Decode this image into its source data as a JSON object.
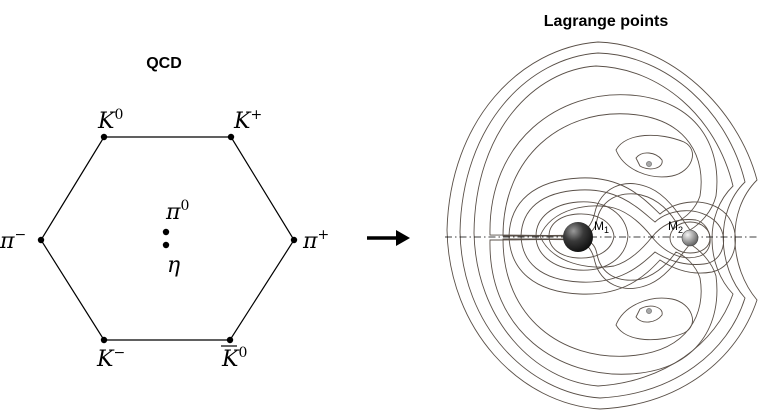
{
  "qcd": {
    "title": "QCD",
    "particles": {
      "k0": {
        "base": "K",
        "sup": "0"
      },
      "kplus": {
        "base": "K",
        "sup": "+"
      },
      "piminus": {
        "base": "π",
        "sup": "−"
      },
      "pizero": {
        "base": "π",
        "sup": "0"
      },
      "eta": {
        "base": "η"
      },
      "piplus": {
        "base": "π",
        "sup": "+"
      },
      "kminus": {
        "base": "K",
        "sup": "−"
      },
      "k0bar": {
        "base": "K",
        "sup": "0"
      }
    }
  },
  "lagrange": {
    "title": "Lagrange points",
    "masses": {
      "m1": {
        "base": "M",
        "sub": "1"
      },
      "m2": {
        "base": "M",
        "sub": "2"
      }
    }
  },
  "colors": {
    "line": "#000000",
    "contour": "#5a5048",
    "mass_dark": "#2a2a2a",
    "mass_light": "#a8a8a8"
  }
}
